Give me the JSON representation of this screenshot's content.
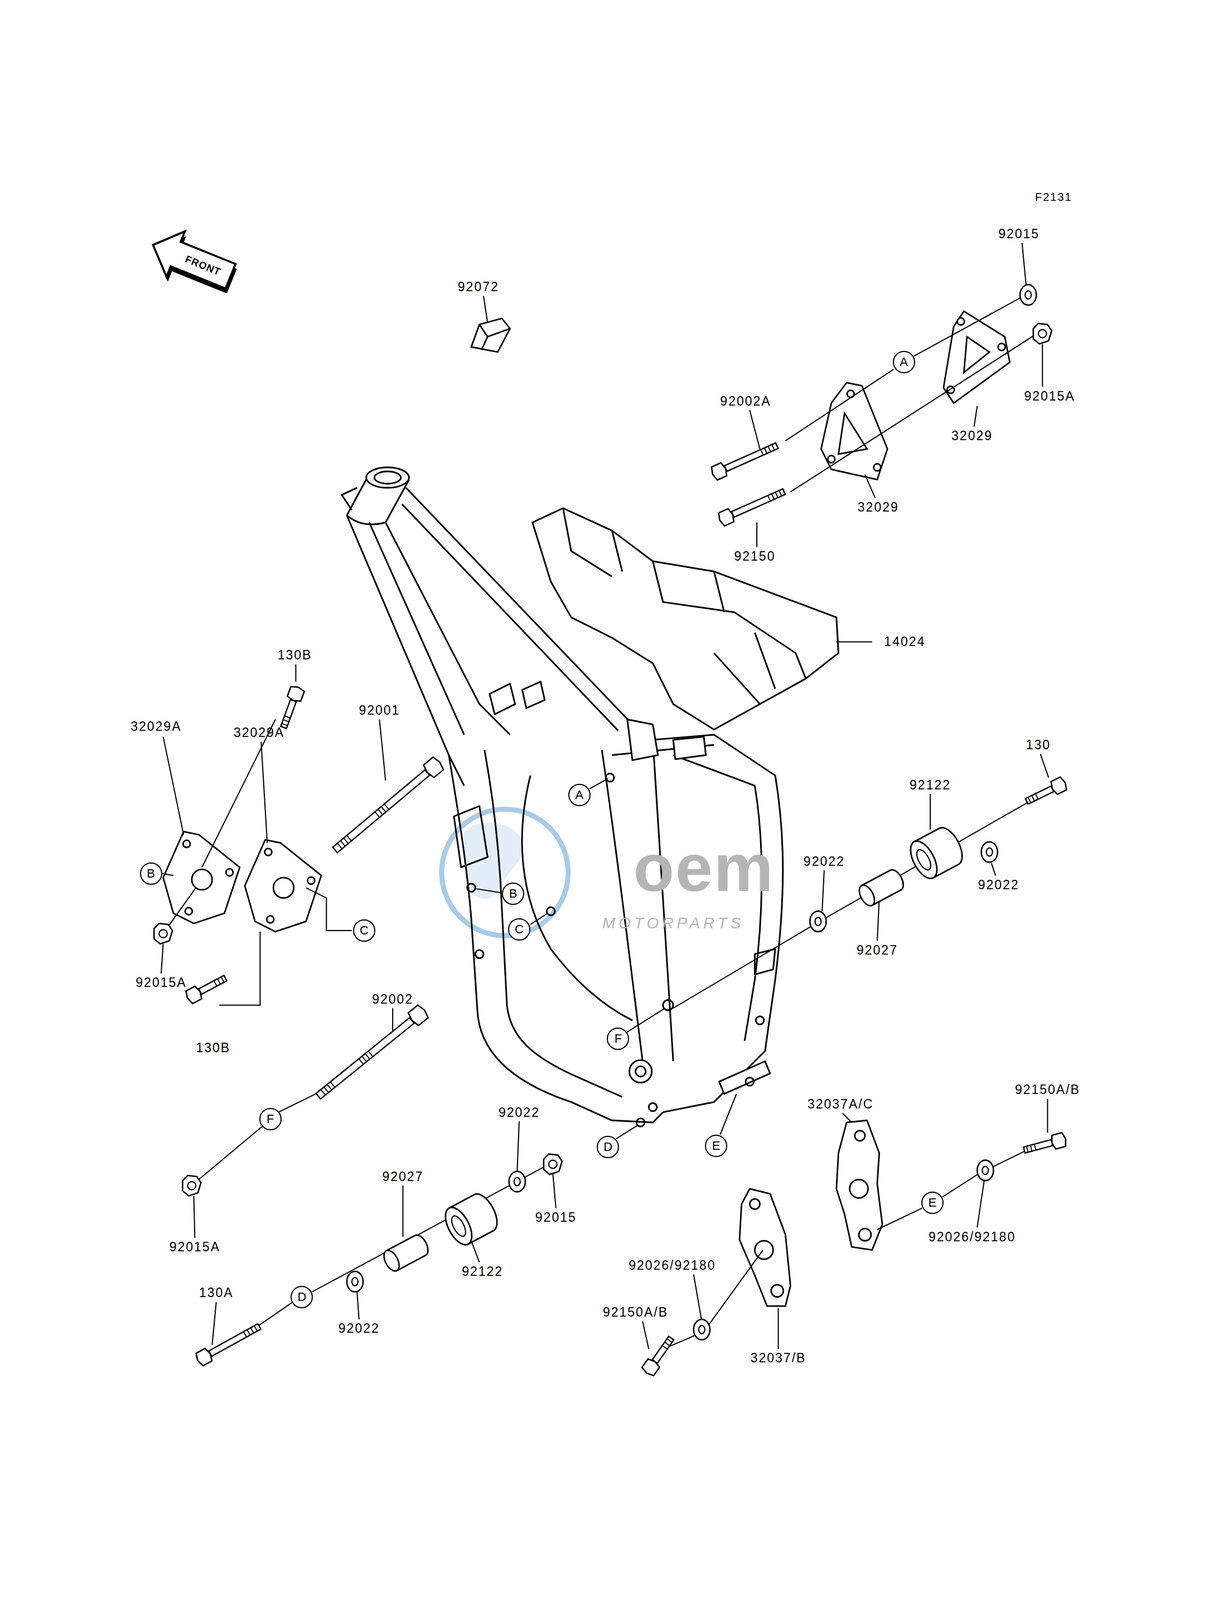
{
  "diagram": {
    "nodes": [
      {
        "text": [
          "A"
        ]
      },
      {
        "text": [
          "A"
        ]
      },
      {
        "text": [
          "B"
        ]
      },
      {
        "text": [
          "B"
        ]
      },
      {
        "text": [
          "C"
        ]
      },
      {
        "text": [
          "C"
        ]
      },
      {
        "text": [
          "F"
        ]
      },
      {
        "text": [
          "F"
        ]
      },
      {
        "text": [
          "D"
        ]
      },
      {
        "text": [
          "E"
        ]
      },
      {
        "text": [
          "E"
        ]
      },
      {
        "text": [
          "D"
        ]
      }
    ],
    "labels": [
      "F2131",
      "FRONT",
      "92015",
      "92072",
      "92015A",
      "92002A",
      "32029",
      "32029",
      "92150",
      "14024",
      "130B",
      "92001",
      "32029A",
      "32029A",
      "130",
      "92122",
      "92022",
      "92022",
      "92027",
      "92015A",
      "130B",
      "92002",
      "92150A/B",
      "32037A/C",
      "92022",
      "92027",
      "92015",
      "92026/92180",
      "92015A",
      "92122",
      "92026/92180",
      "130A",
      "92150A/B",
      "92022",
      "32037/B",
      "oem",
      "MOTORPARTS"
    ]
  }
}
